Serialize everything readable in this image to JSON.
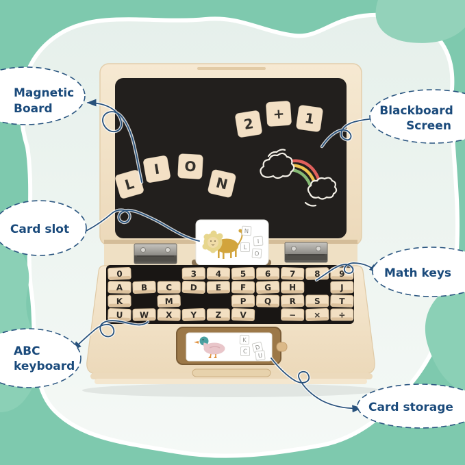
{
  "product_annotations": {
    "magnetic_board": {
      "line1": "Magnetic",
      "line2": "Board"
    },
    "blackboard_screen": {
      "line1": "Blackboard",
      "line2": "Screen"
    },
    "card_slot": {
      "text": "Card slot"
    },
    "math_keys": {
      "text": "Math keys"
    },
    "abc_keyboard": {
      "line1": "ABC",
      "line2": "keyboard"
    },
    "card_storage": {
      "text": "Card storage"
    }
  },
  "blackboard": {
    "equation_tiles": [
      "2",
      "+",
      "1"
    ],
    "word_tiles": [
      "L",
      "I",
      "O",
      "N"
    ],
    "doodle": "chalk rainbow with two clouds"
  },
  "flashcard_top": {
    "illustration": "lion",
    "letter_tiles": [
      "N",
      "I",
      "L",
      "O"
    ]
  },
  "flashcard_bottom": {
    "illustration": "duck",
    "letter_tiles": [
      "K",
      "D",
      "C",
      "U"
    ]
  },
  "keyboard": {
    "rows": [
      [
        "0",
        "",
        "",
        "3",
        "4",
        "5",
        "6",
        "7",
        "8",
        "9"
      ],
      [
        "A",
        "B",
        "C",
        "D",
        "E",
        "F",
        "G",
        "H",
        "",
        "J"
      ],
      [
        "K",
        "",
        "M",
        "",
        "",
        "P",
        "Q",
        "R",
        "S",
        "T"
      ],
      [
        "U",
        "W",
        "X",
        "Y",
        "Z",
        "V",
        "",
        "−",
        "×",
        "÷"
      ]
    ]
  },
  "colors": {
    "background_teal": "#7ec9ae",
    "accent_teal": "#93d2ba",
    "panel_mint": "#eaf2ee",
    "label_blue": "#1a4a7b",
    "arrow_blue": "#27517c",
    "wood_cream": "#f3e3c9",
    "board_black": "#221f1d",
    "tile_cream": "#f3e0c5",
    "rainbow": [
      "#e0605c",
      "#eec34f",
      "#86b974"
    ]
  }
}
